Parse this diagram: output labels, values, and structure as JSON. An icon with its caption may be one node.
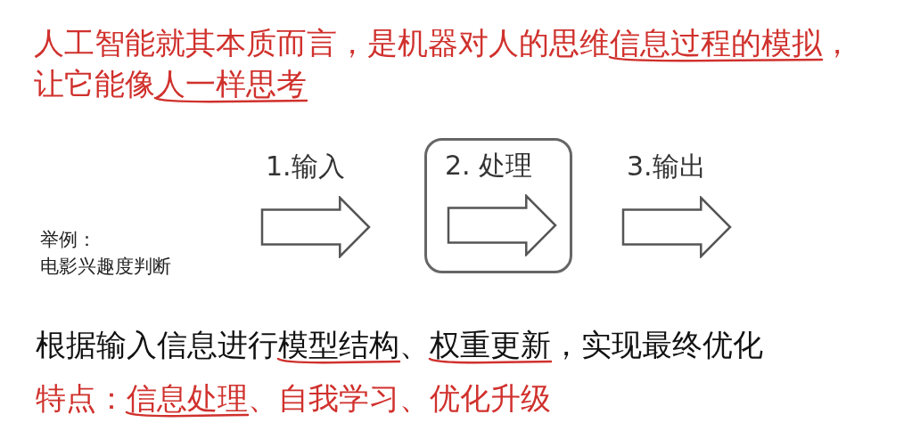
{
  "diagram": {
    "title": "人工智能就其本质而言，是机器对人的思维信息过程的模拟，让它能像人一样思考",
    "nodes": [
      {
        "text": [
          "1.输入"
        ]
      },
      {
        "text": [
          "2. 处理"
        ]
      },
      {
        "text": [],
        "shape": "arrow",
        "in": 1
      },
      {
        "text": [
          "3.输出"
        ]
      }
    ],
    "labels": [
      "举例：",
      "电影兴趣度判断",
      "根据输入信息进行模型结构、权重更新，实现最终优化",
      "特点：信息处理、自我学习、优化升级"
    ]
  }
}
